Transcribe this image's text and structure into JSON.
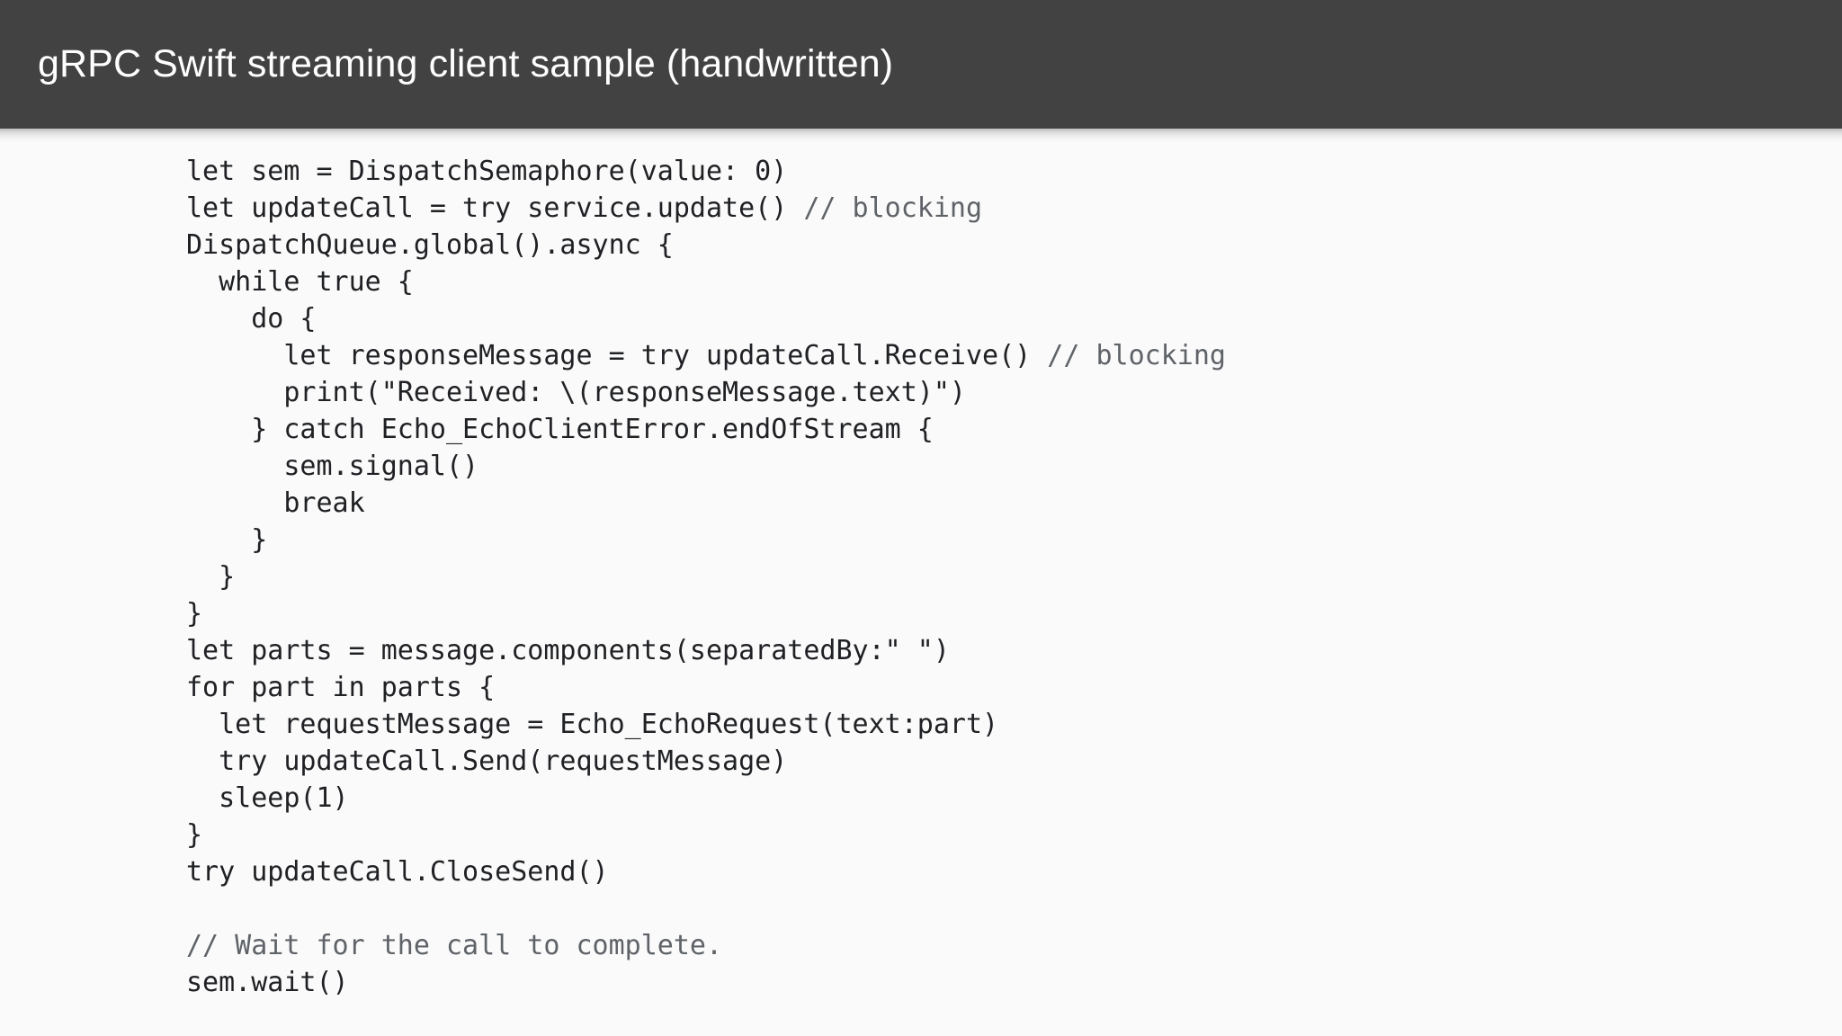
{
  "slide": {
    "header": {
      "title": "gRPC Swift streaming client sample (handwritten)",
      "background_color": "#424242",
      "text_color": "#ffffff"
    },
    "body": {
      "background_color": "#fafafa",
      "code_color": "#202124",
      "comment_color": "#5f6368",
      "language": "swift",
      "code_lines": [
        {
          "id": "line-1",
          "code": "let sem = DispatchSemaphore(value: 0)",
          "comment": ""
        },
        {
          "id": "line-2",
          "code": "let updateCall = try service.update() ",
          "comment": "// blocking"
        },
        {
          "id": "line-3",
          "code": "DispatchQueue.global().async {",
          "comment": ""
        },
        {
          "id": "line-4",
          "code": "  while true {",
          "comment": ""
        },
        {
          "id": "line-5",
          "code": "    do {",
          "comment": ""
        },
        {
          "id": "line-6",
          "code": "      let responseMessage = try updateCall.Receive() ",
          "comment": "// blocking"
        },
        {
          "id": "line-7",
          "code": "      print(\"Received: \\(responseMessage.text)\")",
          "comment": ""
        },
        {
          "id": "line-8",
          "code": "    } catch Echo_EchoClientError.endOfStream {",
          "comment": ""
        },
        {
          "id": "line-9",
          "code": "      sem.signal()",
          "comment": ""
        },
        {
          "id": "line-10",
          "code": "      break",
          "comment": ""
        },
        {
          "id": "line-11",
          "code": "    }",
          "comment": ""
        },
        {
          "id": "line-12",
          "code": "  }",
          "comment": ""
        },
        {
          "id": "line-13",
          "code": "}",
          "comment": ""
        },
        {
          "id": "line-14",
          "code": "let parts = message.components(separatedBy:\" \")",
          "comment": ""
        },
        {
          "id": "line-15",
          "code": "for part in parts {",
          "comment": ""
        },
        {
          "id": "line-16",
          "code": "  let requestMessage = Echo_EchoRequest(text:part)",
          "comment": ""
        },
        {
          "id": "line-17",
          "code": "  try updateCall.Send(requestMessage)",
          "comment": ""
        },
        {
          "id": "line-18",
          "code": "  sleep(1)",
          "comment": ""
        },
        {
          "id": "line-19",
          "code": "}",
          "comment": ""
        },
        {
          "id": "line-20",
          "code": "try updateCall.CloseSend()",
          "comment": ""
        },
        {
          "id": "line-21",
          "code": "",
          "comment": ""
        },
        {
          "id": "line-22",
          "code": "",
          "comment": "// Wait for the call to complete."
        },
        {
          "id": "line-23",
          "code": "sem.wait()",
          "comment": ""
        }
      ]
    }
  }
}
